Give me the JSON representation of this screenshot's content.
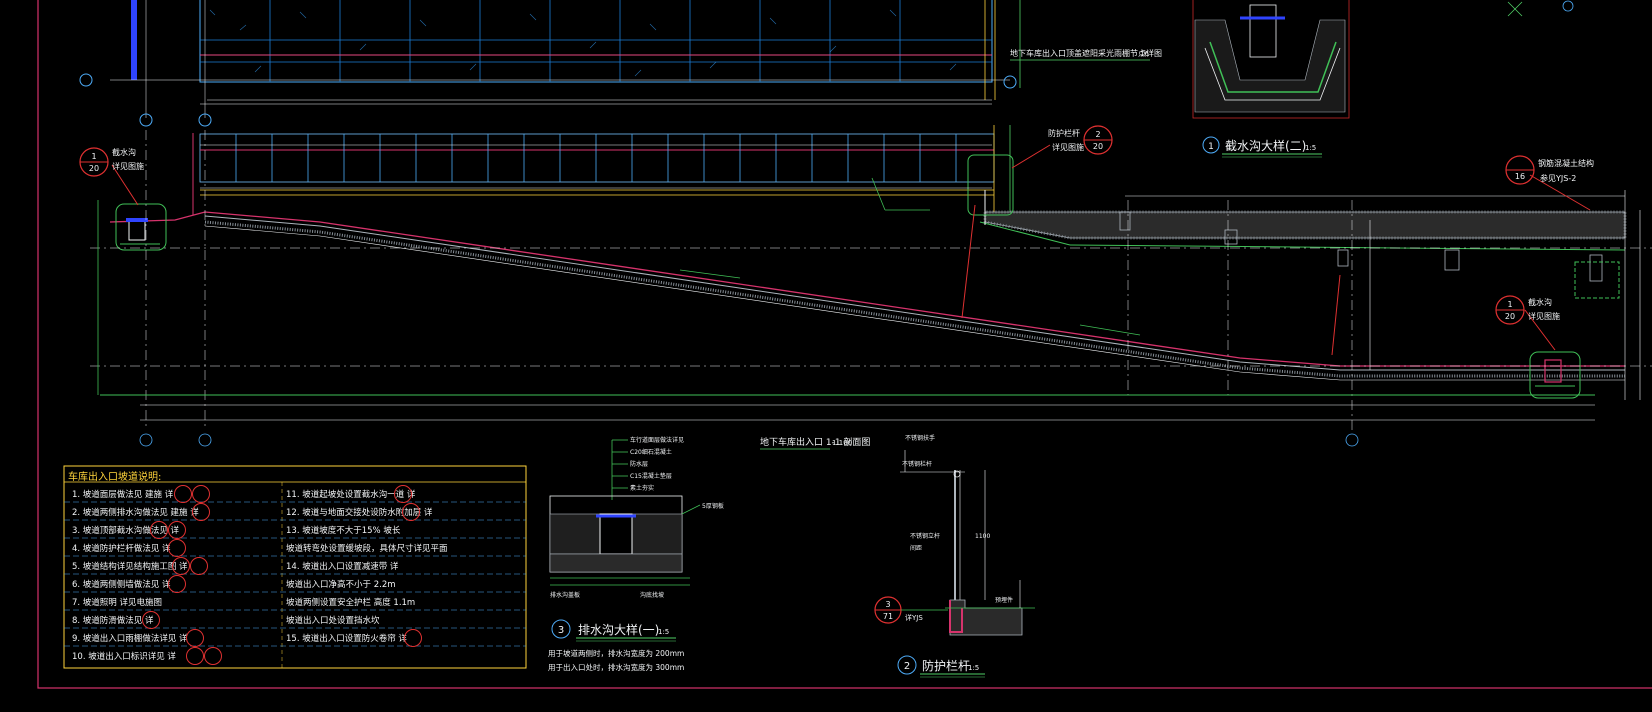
{
  "drawing": {
    "section_title": "地下车库出入口 1-1 剖面图",
    "section_scale": "1:100",
    "top_note": "地下车库出入口顶盖遮阳采光雨棚节点详图",
    "top_note_index": "16"
  },
  "details": {
    "d1": {
      "num": "1",
      "title": "截水沟大样(二)",
      "scale": "1:5"
    },
    "d2": {
      "num": "2",
      "title": "防护栏杆",
      "scale": "1:5"
    },
    "d3": {
      "num": "3",
      "title": "排水沟大样(一)",
      "scale": "1:5"
    }
  },
  "callouts": {
    "left_num": "1",
    "left_sheet": "20",
    "left_label": "截水沟",
    "left_label2": "详见图施",
    "mid_num": "2",
    "mid_sheet": "20",
    "mid_label": "防护栏杆",
    "mid_label2": "详见图施",
    "right_num": "1",
    "right_sheet": "20",
    "right_label": "截水沟",
    "right_label2": "详见图施",
    "top_right_label": "钢筋混凝土结构",
    "top_right_label2": "参见YJS-2",
    "rail_num": "3",
    "rail_sheet": "71",
    "rail_label": "详YJS"
  },
  "notes": {
    "title": "车库出入口坡道说明:",
    "left": [
      "1. 坡道面层做法见 建施 详",
      "2. 坡道两侧排水沟做法见 建施 详",
      "3. 坡道顶部截水沟做法见 详",
      "4. 坡道防护栏杆做法见 详",
      "5. 坡道结构详见结构施工图 详",
      "6. 坡道两侧侧墙做法见 详",
      "7. 坡道照明 详见电施图",
      "8. 坡道防滑做法见 详",
      "9. 坡道出入口雨棚做法详见 详",
      "10. 坡道出入口标识详见 详"
    ],
    "right": [
      "11. 坡道起坡处设置截水沟一道 详",
      "12. 坡道与地面交接处设防水附加层 详",
      "13. 坡道坡度不大于15% 坡长",
      "    坡道转弯处设置缓坡段，具体尺寸详见平面",
      "14. 坡道出入口设置减速带 详",
      "    坡道出入口净高不小于 2.2m",
      "    坡道两侧设置安全护栏 高度 1.1m",
      "    坡道出入口处设置挡水坎",
      "15. 坡道出入口设置防火卷帘 详"
    ]
  },
  "detail3_text": {
    "layers": [
      "车行道面层做法详见",
      "C20细石混凝土",
      "防水层",
      "C15混凝土垫层",
      "素土夯实"
    ],
    "bottom_l": "排水沟盖板",
    "bottom_r": "沟底找坡",
    "label_r": "5厚钢板",
    "note1": "用于坡道两侧时，排水沟宽度为 200mm",
    "note2": "用于出入口处时，排水沟宽度为 300mm"
  },
  "detail2_text": {
    "top": "不锈钢扶手",
    "dim": "1100",
    "l1": "不锈钢立杆",
    "l2": "间距",
    "l3": "不锈钢栏杆",
    "l4": "预埋件"
  },
  "chart_data": {
    "type": "table",
    "ramp_profile": "sloped driveway section with roof canopy, drainage channels and structural slab"
  }
}
